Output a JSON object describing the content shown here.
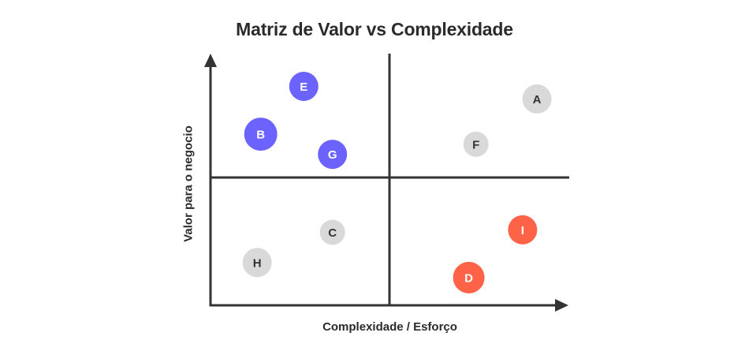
{
  "chart_data": {
    "type": "scatter",
    "title": "Matriz de Valor vs Complexidade",
    "xlabel": "Complexidade / Esforço",
    "ylabel": "Valor para o negocio",
    "xlim": [
      0,
      10
    ],
    "ylim": [
      0,
      10
    ],
    "grid": false,
    "quadrant_dividers": {
      "x": 5,
      "y": 5
    },
    "legend": null,
    "colors": {
      "purple": "#6C63FF",
      "red": "#FF6347",
      "gray": "#D9D9D9"
    },
    "points": [
      {
        "label": "A",
        "x": 9.1,
        "y": 8.2,
        "size": 18.5,
        "color": "gray"
      },
      {
        "label": "B",
        "x": 1.4,
        "y": 6.8,
        "size": 21,
        "color": "purple"
      },
      {
        "label": "C",
        "x": 3.4,
        "y": 2.9,
        "size": 16,
        "color": "gray"
      },
      {
        "label": "D",
        "x": 7.2,
        "y": 1.1,
        "size": 20,
        "color": "red"
      },
      {
        "label": "E",
        "x": 2.6,
        "y": 8.7,
        "size": 18.5,
        "color": "purple"
      },
      {
        "label": "F",
        "x": 7.4,
        "y": 6.4,
        "size": 16,
        "color": "gray"
      },
      {
        "label": "G",
        "x": 3.4,
        "y": 6.0,
        "size": 18.5,
        "color": "purple"
      },
      {
        "label": "H",
        "x": 1.3,
        "y": 1.7,
        "size": 18.5,
        "color": "gray"
      },
      {
        "label": "I",
        "x": 8.7,
        "y": 3.0,
        "size": 18.5,
        "color": "red"
      }
    ]
  }
}
